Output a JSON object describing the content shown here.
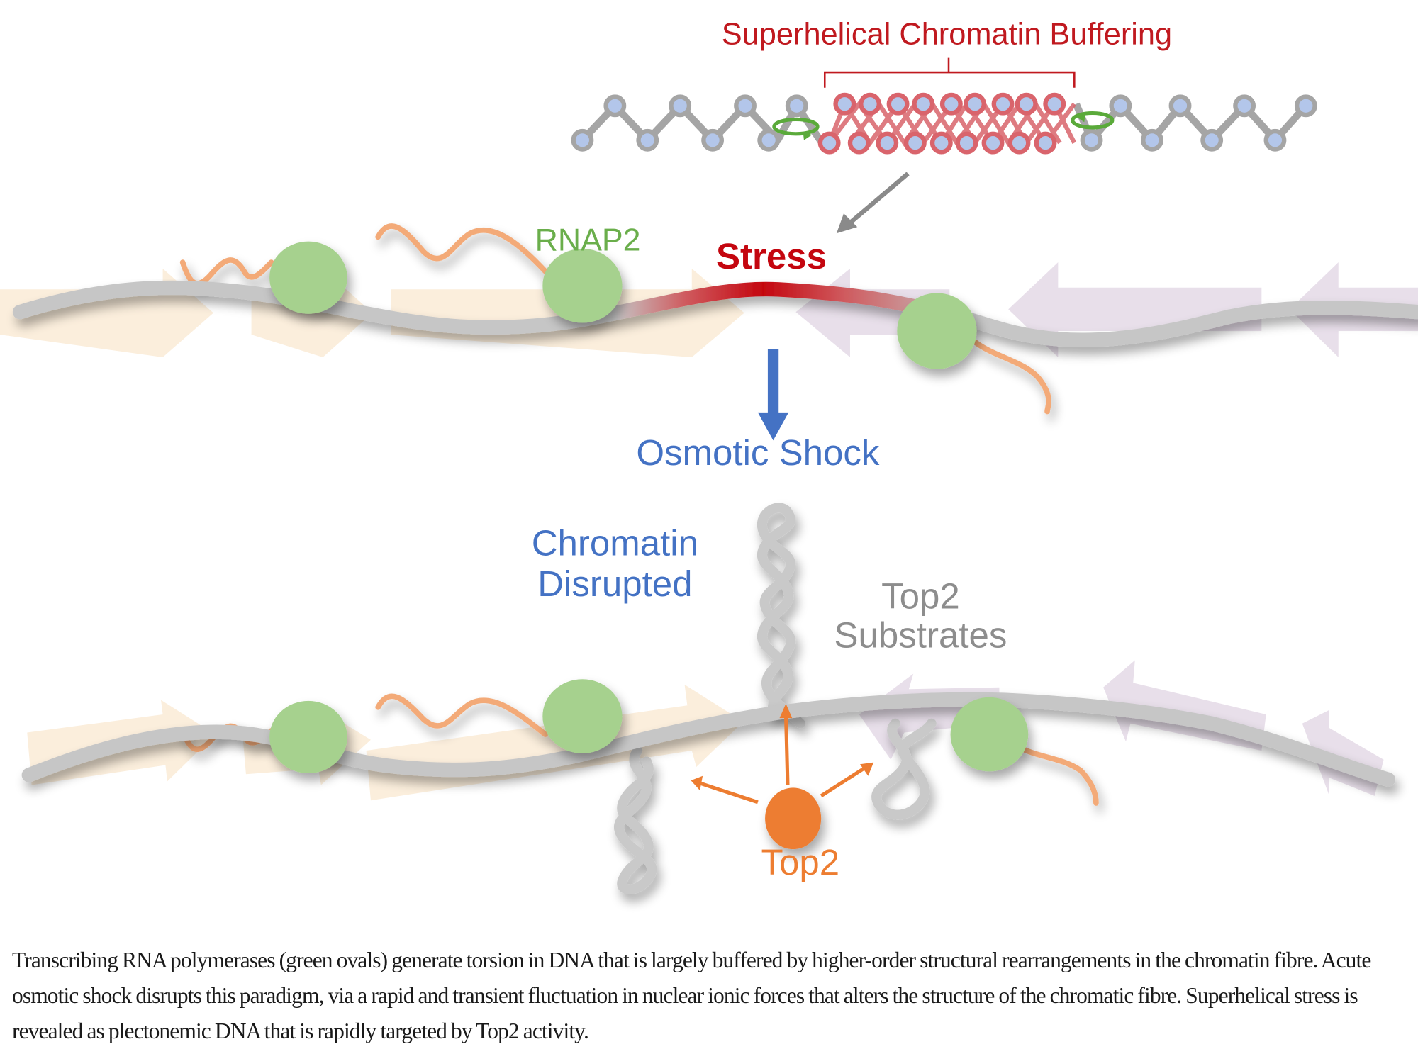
{
  "figure": {
    "top_panel": {
      "title": "Superhelical Chromatin Buffering",
      "title_color": "#c0191f"
    },
    "middle_panel": {
      "rnap_label": "RNAP2",
      "stress_label": "Stress",
      "transition_label": "Osmotic Shock"
    },
    "bottom_panel": {
      "chromatin_label_line1": "Chromatin",
      "chromatin_label_line2": "Disrupted",
      "substrates_label_line1": "Top2",
      "substrates_label_line2": "Substrates",
      "top2_label": "Top2"
    },
    "colors": {
      "rnap": "#a6d18e",
      "rna": "#f3aa78",
      "dna": "#c6c6c6",
      "stress": "#c4060f",
      "forward_arrow": "#fbeedc",
      "reverse_arrow": "#e8dfea",
      "osmotic": "#4472c4",
      "top2": "#ed7d31",
      "nucleosome": "#b3c6ea"
    }
  },
  "caption": {
    "text": "Transcribing RNA polymerases (green ovals) generate torsion in DNA that is largely buffered by higher-order structural rearrangements in the chromatin fibre. Acute osmotic shock disrupts this paradigm, via a rapid and transient fluctuation in nuclear ionic forces that alters the structure of the chromatic fibre. Superhelical stress is revealed as plectonemic DNA that is rapidly targeted by Top2 activity."
  }
}
